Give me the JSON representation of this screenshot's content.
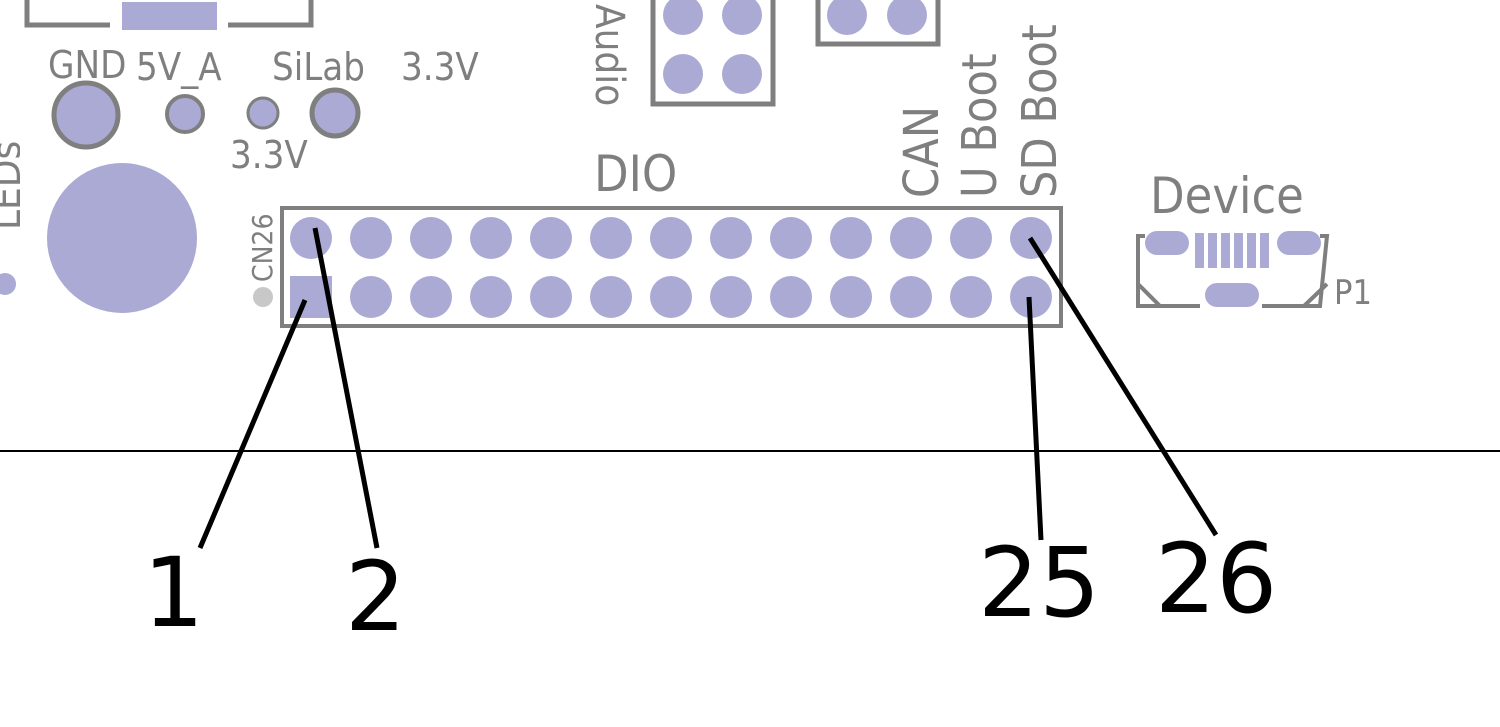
{
  "colors": {
    "pad": "#aaaad4",
    "silkscreen": "#7f7f7f",
    "callout": "#000000",
    "background": "#ffffff"
  },
  "labels": {
    "gnd": "GND",
    "v5a": "5V_A",
    "silab": "SiLab",
    "v33_top": "3.3V",
    "v33_bottom": "3.3V",
    "audio": "Audio",
    "dio": "DIO",
    "cn26": "CN26",
    "can": "CAN",
    "u_boot": "U Boot",
    "sd_boot": "SD Boot",
    "device": "Device",
    "p1": "P1",
    "edge_fragment": "LEDs"
  },
  "header": {
    "name": "DIO",
    "designator": "CN26",
    "rows": 2,
    "columns": 13,
    "pin1_pad_shape": "square",
    "pin_numbering": "odd pins bottom row, even pins top row"
  },
  "callouts": [
    {
      "id": "pin-1",
      "label": "1"
    },
    {
      "id": "pin-2",
      "label": "2"
    },
    {
      "id": "pin-25",
      "label": "25"
    },
    {
      "id": "pin-26",
      "label": "26"
    }
  ]
}
